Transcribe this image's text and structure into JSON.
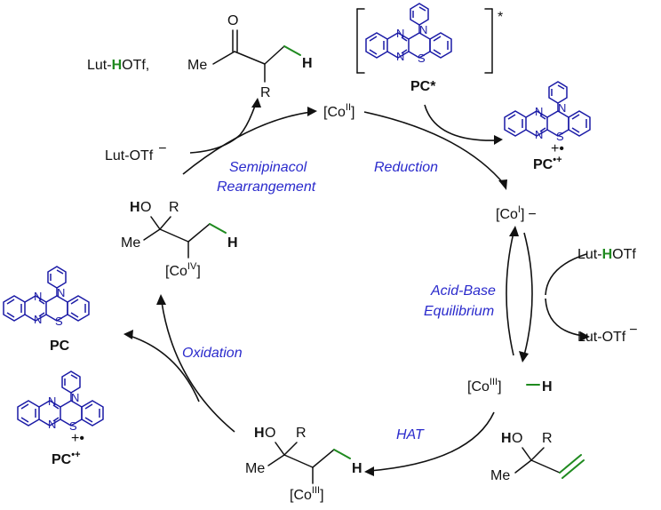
{
  "colors": {
    "photocatalyst": "#1a1aa6",
    "step_label": "#2a2acc",
    "hydrogen": "#1f8a1f",
    "text": "#111111"
  },
  "catalysts": {
    "co2": "[Co",
    "co2_ox": "II",
    "co2_close": "]",
    "co1": "[Co",
    "co1_ox": "I",
    "co1_close": "]",
    "co1_charge": "−",
    "co3h": "[Co",
    "co3h_ox": "III",
    "co3h_close": "]",
    "co3h_h": "H"
  },
  "steps": {
    "semipinacol_1": "Semipinacol",
    "semipinacol_2": "Rearrangement",
    "reduction": "Reduction",
    "acidbase_1": "Acid-Base",
    "acidbase_2": "Equilibrium",
    "hat": "HAT",
    "oxidation": "Oxidation"
  },
  "reagents": {
    "lut_hotf_top_a": "Lut-",
    "lut_hotf_top_h": "H",
    "lut_hotf_top_b": "OTf,",
    "lut_otf_left": "Lut-OTf",
    "lut_otf_left_charge": "−",
    "lut_hotf_right_a": "Lut-",
    "lut_hotf_right_h": "H",
    "lut_hotf_right_b": "OTf",
    "lut_otf_right": "Lut-OTf",
    "lut_otf_right_charge": "−"
  },
  "molecules": {
    "product": {
      "o": "O",
      "me": "Me",
      "r": "R",
      "h": "H"
    },
    "co4": {
      "h": "H",
      "o": "O",
      "r": "R",
      "me": "Me",
      "h2": "H",
      "co": "[Co",
      "ox": "IV",
      "close": "]"
    },
    "co3": {
      "h": "H",
      "o": "O",
      "r": "R",
      "me": "Me",
      "h2": "H",
      "co": "[Co",
      "ox": "III",
      "close": "]"
    },
    "substrate": {
      "h": "H",
      "o": "O",
      "r": "R",
      "me": "Me"
    }
  },
  "pc": {
    "excited": "PC*",
    "excited_bracket_mark": "*",
    "radical_cation_base": "PC",
    "radical_cation_mark": "•+",
    "ground": "PC",
    "n": "N",
    "s": "S",
    "plus": "+",
    "dot": "•"
  }
}
